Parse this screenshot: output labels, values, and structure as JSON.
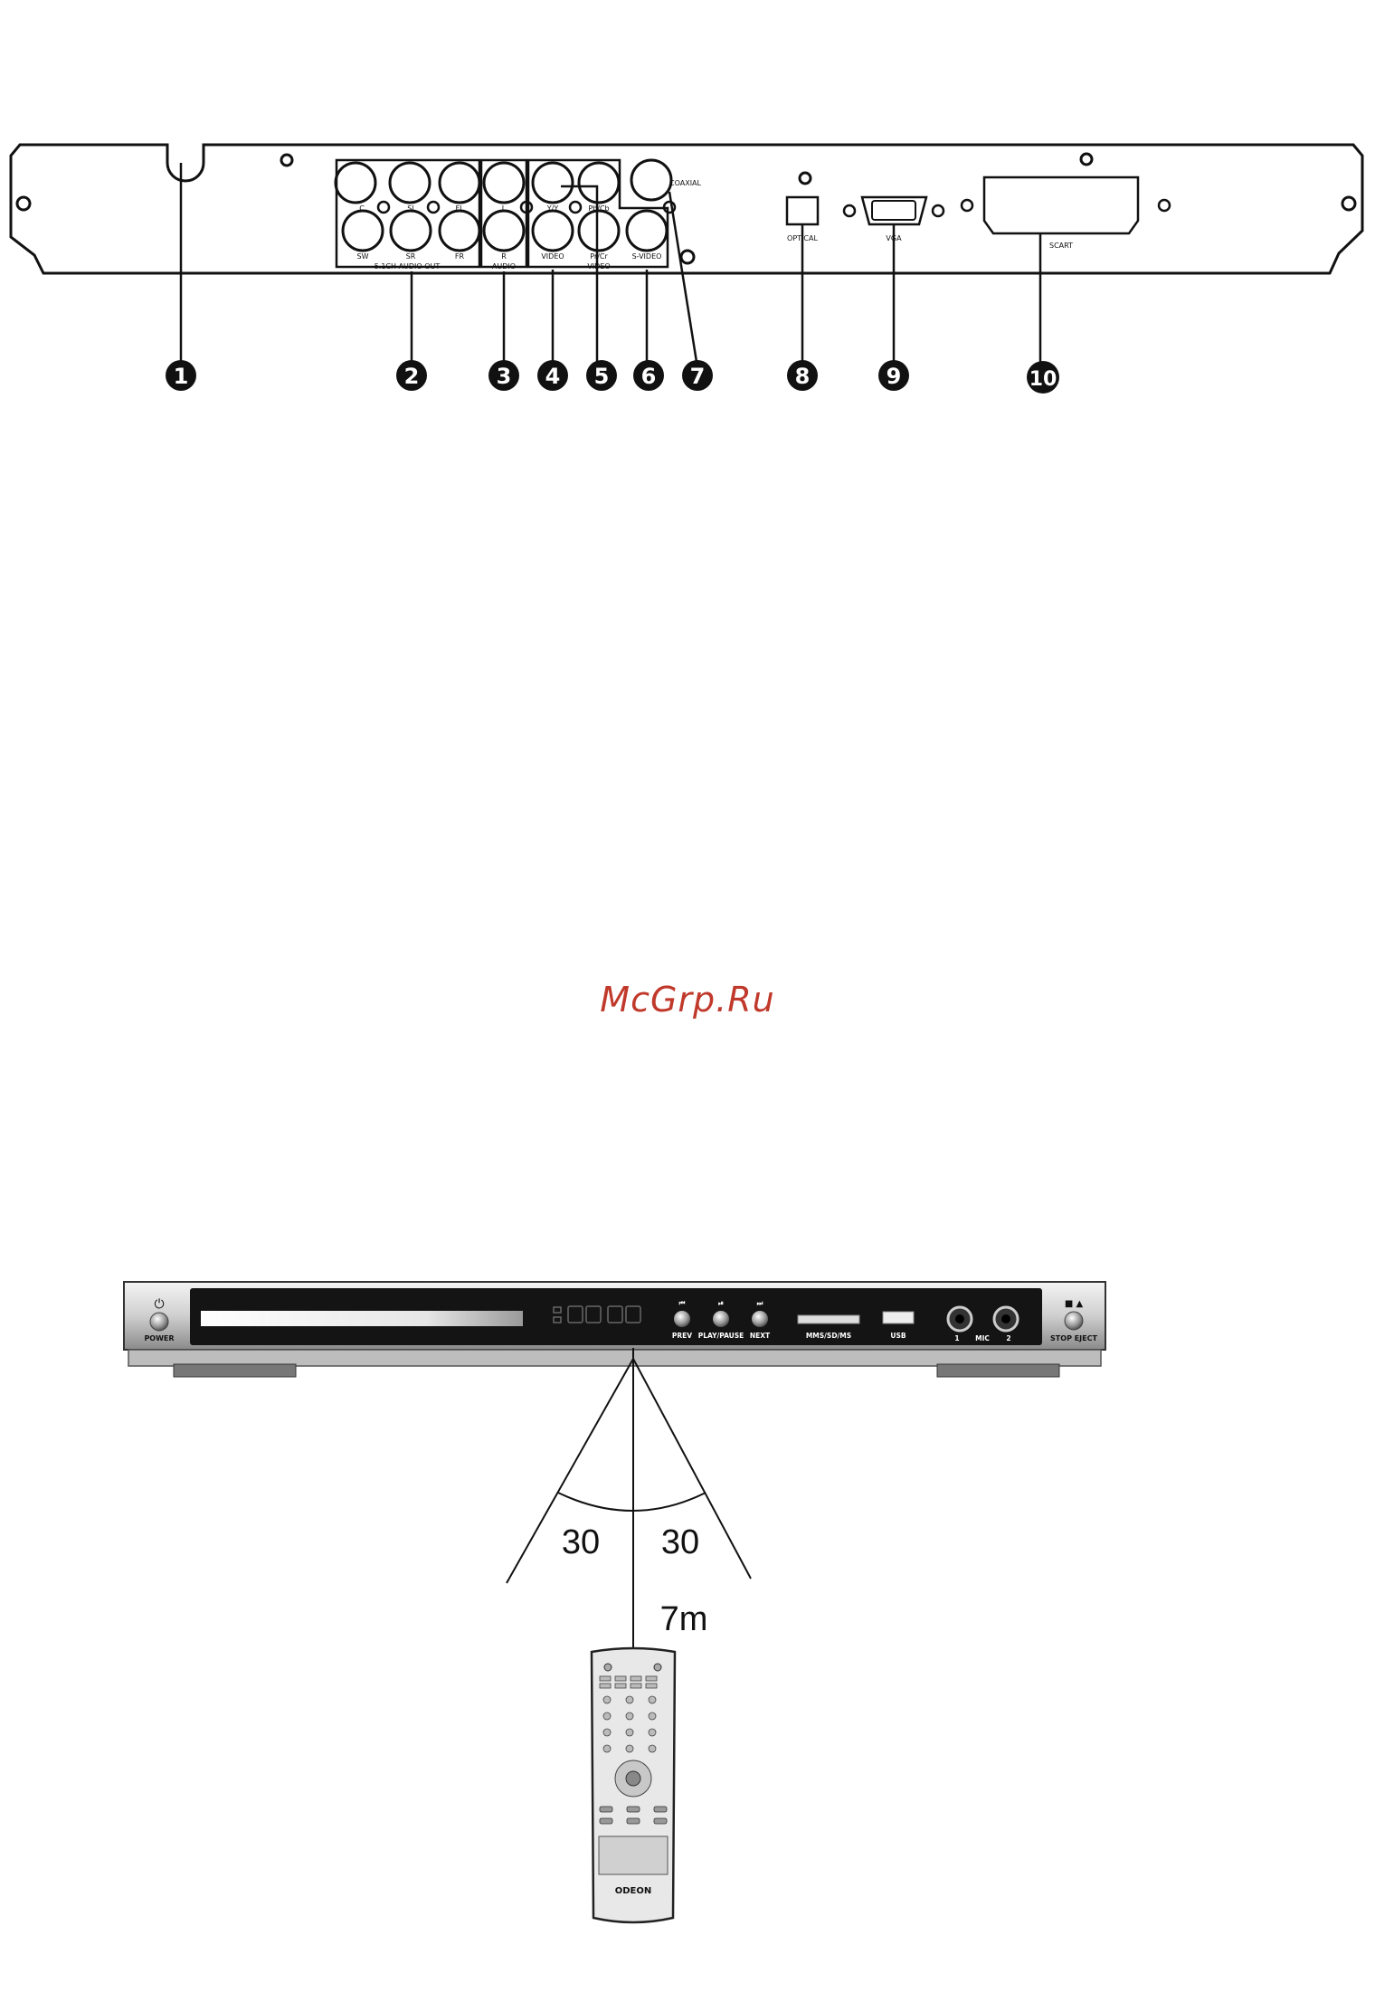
{
  "rear_panel": {
    "labels": {
      "c": "C",
      "sl": "SL",
      "fl": "FL",
      "l": "L",
      "y": "Y/Y",
      "pb": "Pb/Cb",
      "coaxial": "COAXIAL",
      "sw": "SW",
      "sr": "SR",
      "fr": "FR",
      "r": "R",
      "video": "VIDEO",
      "prcr": "Pr/Cr",
      "svideo": "S-VIDEO",
      "group_51": "5.1CH AUDIO OUT",
      "group_audio": "AUDIO",
      "group_video": "VIDEO",
      "optical": "OPTICAL",
      "vga": "VGA",
      "scart": "SCART"
    },
    "callouts": [
      "1",
      "2",
      "3",
      "4",
      "5",
      "6",
      "7",
      "8",
      "9",
      "10"
    ]
  },
  "watermark": "McGrp.Ru",
  "front_panel": {
    "power": "POWER",
    "prev": "PREV",
    "play_pause": "PLAY/PAUSE",
    "next": "NEXT",
    "card_slot": "MMS/SD/MS",
    "usb": "USB",
    "mic": "MIC",
    "mic_1": "1",
    "mic_2": "2",
    "stop_eject": "STOP  EJECT"
  },
  "range": {
    "angle_left": "30",
    "angle_right": "30",
    "distance": "7m"
  },
  "remote": {
    "brand": "ODEON"
  }
}
